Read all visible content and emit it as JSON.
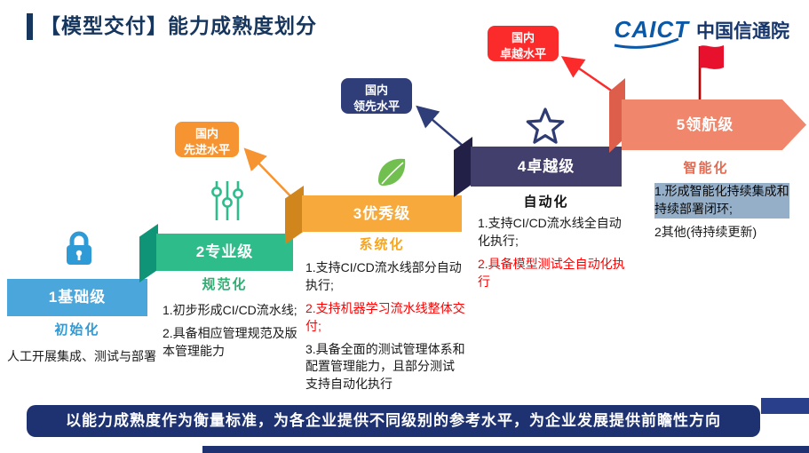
{
  "header": {
    "title": "【模型交付】能力成熟度划分",
    "logo": {
      "caict": "CAICT",
      "org": "中国信通院"
    }
  },
  "colors": {
    "title_navy": "#17365D",
    "level1_bar": "#4BA6DB",
    "level2_bar": "#2EBD8A",
    "level3_bar": "#F7A93C",
    "level4_bar": "#423F6D",
    "level5_arrow": "#F0876C",
    "badge_advanced": "#F79432",
    "badge_leading": "#2F3E78",
    "badge_excellent": "#FB2B2B",
    "red_text": "#FF0000",
    "highlight_bg": "#96AFC9",
    "footer_bg": "#1E3170",
    "logo_blue": "#0A58A8"
  },
  "levels": [
    {
      "label": "1基础级",
      "keyword": "初始化",
      "items": [
        {
          "text": "人工开展集成、测试与部署",
          "style": "normal"
        }
      ]
    },
    {
      "label": "2专业级",
      "keyword": "规范化",
      "items": [
        {
          "text": "1.初步形成CI/CD流水线;",
          "style": "normal"
        },
        {
          "text": "2.具备相应管理规范及版本管理能力",
          "style": "normal"
        }
      ]
    },
    {
      "label": "3优秀级",
      "keyword": "系统化",
      "items": [
        {
          "text": "1.支持CI/CD流水线部分自动执行;",
          "style": "normal"
        },
        {
          "text": "2.支持机器学习流水线整体交付;",
          "style": "red"
        },
        {
          "text": "3.具备全面的测试管理体系和配置管理能力，且部分测试支持自动化执行",
          "style": "normal"
        }
      ]
    },
    {
      "label": "4卓越级",
      "keyword": "自动化",
      "items": [
        {
          "text": "1.支持CI/CD流水线全自动化执行;",
          "style": "normal"
        },
        {
          "text": "2.具备模型测试全自动化执行",
          "style": "red"
        }
      ]
    },
    {
      "label": "5领航级",
      "keyword": "智能化",
      "items": [
        {
          "text": "1.形成智能化持续集成和持续部署闭环;",
          "style": "highlight"
        },
        {
          "text": "2其他(待持续更新)",
          "style": "normal"
        }
      ]
    }
  ],
  "badges": [
    {
      "line1": "国内",
      "line2": "先进水平"
    },
    {
      "line1": "国内",
      "line2": "领先水平"
    },
    {
      "line1": "国内",
      "line2": "卓越水平"
    }
  ],
  "icons": [
    "lock-icon",
    "sliders-icon",
    "leaf-icon",
    "star-icon",
    "flag-icon"
  ],
  "footer": {
    "text": "以能力成熟度作为衡量标准，为各企业提供不同级别的参考水平，为企业发展提供前瞻性方向"
  }
}
